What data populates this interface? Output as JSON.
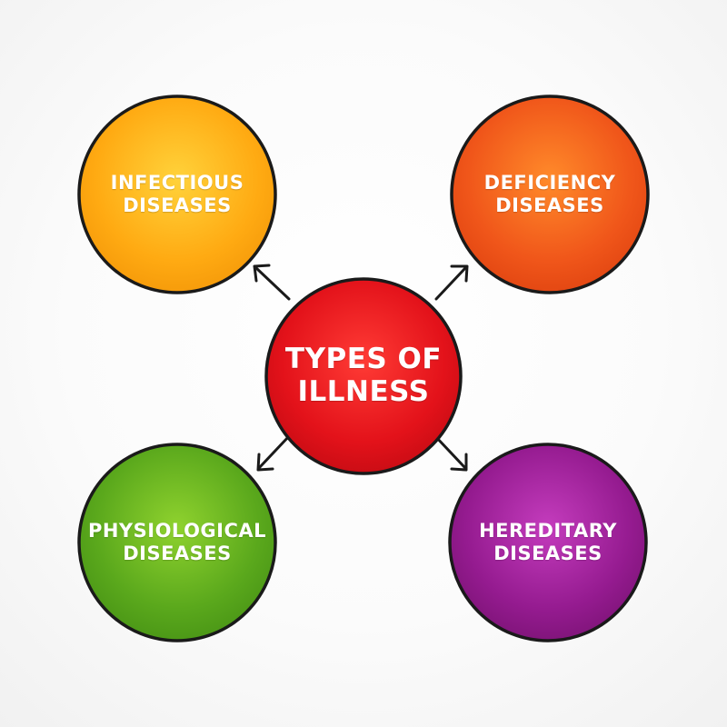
{
  "center": {
    "label": "TYPES OF\nILLNESS",
    "color": "#e8141c"
  },
  "nodes": [
    {
      "id": "infectious",
      "label": "INFECTIOUS\nDISEASES",
      "color": "#ffad14"
    },
    {
      "id": "deficiency",
      "label": "DEFICIENCY\nDISEASES",
      "color": "#f05a1a"
    },
    {
      "id": "physiological",
      "label": "PHYSIOLOGICAL\nDISEASES",
      "color": "#5fae1e"
    },
    {
      "id": "hereditary",
      "label": "HEREDITARY\nDISEASES",
      "color": "#9c1f96"
    }
  ],
  "outline_color": "#1a1a1a"
}
